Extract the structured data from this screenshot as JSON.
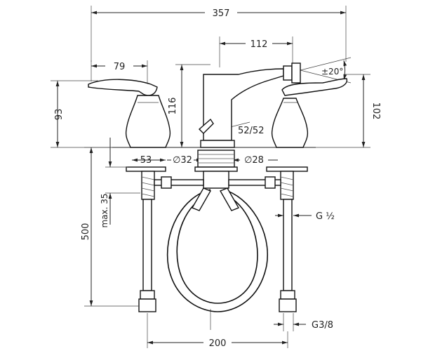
{
  "dimensions": {
    "overall_width": "357",
    "spout_reach": "112",
    "spout_swivel": "±20°",
    "left_handle_reach": "79",
    "left_height": "93",
    "spout_height": "116",
    "right_height": "102",
    "spout_angle": "52/52",
    "base_width": "53",
    "spout_hole_diameter": "∅32",
    "handle_hole_diameter": "∅28",
    "max_deck_thickness": "max. 35",
    "hose_length": "500",
    "connection_thread": "G ½",
    "outlet_thread": "G3/8",
    "center_spacing": "200"
  }
}
